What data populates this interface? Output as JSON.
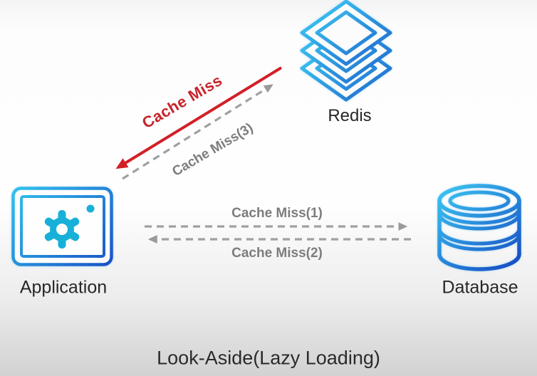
{
  "title": "Look-Aside(Lazy Loading)",
  "nodes": {
    "redis": {
      "label": "Redis",
      "icon": "layers-stack-icon"
    },
    "application": {
      "label": "Application",
      "icon": "app-window-gear-icon"
    },
    "database": {
      "label": "Database",
      "icon": "database-cylinder-icon"
    }
  },
  "arrows": {
    "cache_miss": {
      "label": "Cache Miss",
      "style": "solid",
      "color": "#c8232b",
      "from": "Redis",
      "to": "Application"
    },
    "cache_miss_3": {
      "label": "Cache Miss(3)",
      "style": "dashed",
      "color": "#7d7d7d",
      "from": "Application",
      "to": "Redis"
    },
    "cache_miss_1": {
      "label": "Cache Miss(1)",
      "style": "dashed",
      "color": "#7d7d7d",
      "from": "Application",
      "to": "Database"
    },
    "cache_miss_2": {
      "label": "Cache Miss(2)",
      "style": "dashed",
      "color": "#7d7d7d",
      "from": "Database",
      "to": "Application"
    }
  },
  "colors": {
    "icon_gradient_start": "#3cc9f2",
    "icon_gradient_end": "#1548c2",
    "gear_cyan": "#17b0d8",
    "arrow_red": "#d21f26",
    "dash_gray": "#9e9e9e",
    "label_gray": "#7d7d7d",
    "text_dark": "#272727"
  }
}
